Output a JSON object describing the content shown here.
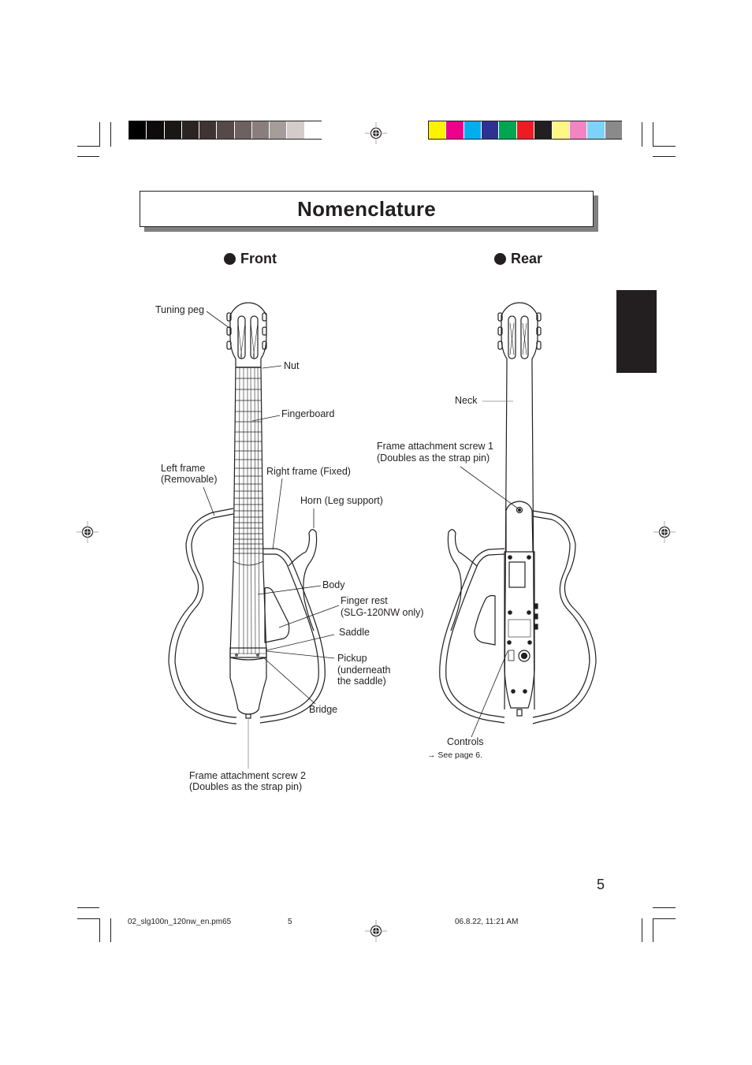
{
  "page": {
    "title": "Nomenclature",
    "page_number": "5",
    "side_tab_color": "#231f20"
  },
  "sections": {
    "front": "Front",
    "rear": "Rear"
  },
  "front_labels": {
    "tuning_peg": "Tuning peg",
    "nut": "Nut",
    "fingerboard": "Fingerboard",
    "left_frame_1": "Left frame",
    "left_frame_2": "(Removable)",
    "right_frame": "Right frame (Fixed)",
    "horn": "Horn (Leg support)",
    "body": "Body",
    "finger_rest_1": "Finger rest",
    "finger_rest_2": "(SLG-120NW only)",
    "saddle": "Saddle",
    "pickup_1": "Pickup",
    "pickup_2": "(underneath",
    "pickup_3": "the saddle)",
    "bridge": "Bridge",
    "screw2_1": "Frame attachment screw 2",
    "screw2_2": "(Doubles as the strap pin)"
  },
  "rear_labels": {
    "neck": "Neck",
    "screw1_1": "Frame attachment screw 1",
    "screw1_2": "(Doubles as the strap pin)",
    "controls": "Controls",
    "see_page": "→ See page 6."
  },
  "footer": {
    "filename": "02_slg100n_120nw_en.pm65",
    "page": "5",
    "timestamp": "06.8.22, 11:21 AM"
  },
  "color_bars": {
    "grayscale": [
      "#000000",
      "#0d0b0b",
      "#1a1717",
      "#2a2524",
      "#3d3433",
      "#554a48",
      "#6d6260",
      "#897e7c",
      "#a69d9b",
      "#d4cbcb",
      "#ffffff"
    ],
    "process": [
      "#fff200",
      "#ec008c",
      "#00aeef",
      "#2e3192",
      "#00a651",
      "#ed1c24",
      "#231f20",
      "#fff684",
      "#f384c3",
      "#7dd3f7",
      "#8a8a8a"
    ]
  }
}
